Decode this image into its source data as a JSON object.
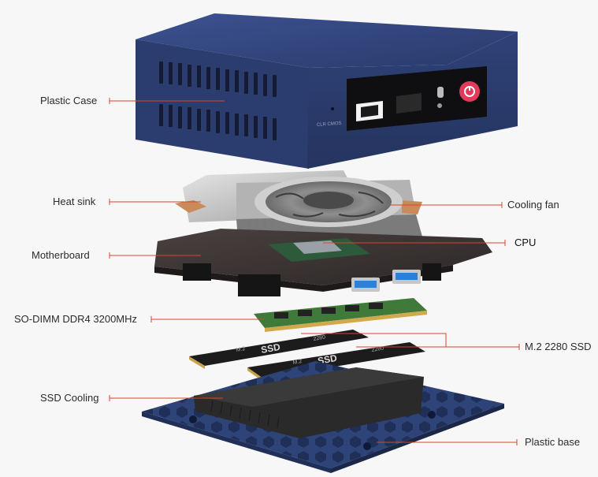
{
  "labels": {
    "plastic_case": "Plastic Case",
    "heat_sink": "Heat sink",
    "motherboard": "Motherboard",
    "sodimm": "SO-DIMM DDR4 3200MHz",
    "ssd_cooling": "SSD Cooling",
    "cooling_fan": "Cooling fan",
    "cpu": "CPU",
    "m2_ssd": "M.2 2280 SSD",
    "plastic_base": "Plastic base"
  },
  "device": {
    "ssd_label": "SSD",
    "ssd_form": "M.2",
    "ssd_size": "2280",
    "case_side_text": "CLR CMOS"
  },
  "colors": {
    "leader_line": "#d9442b",
    "case_blue": "#2d3f73",
    "base_blue": "#2e4478",
    "pcb": "#3a3534",
    "ram_green": "#3f7a3a",
    "power_button": "#e23a5a",
    "usb_blue": "#2f7fd6"
  }
}
